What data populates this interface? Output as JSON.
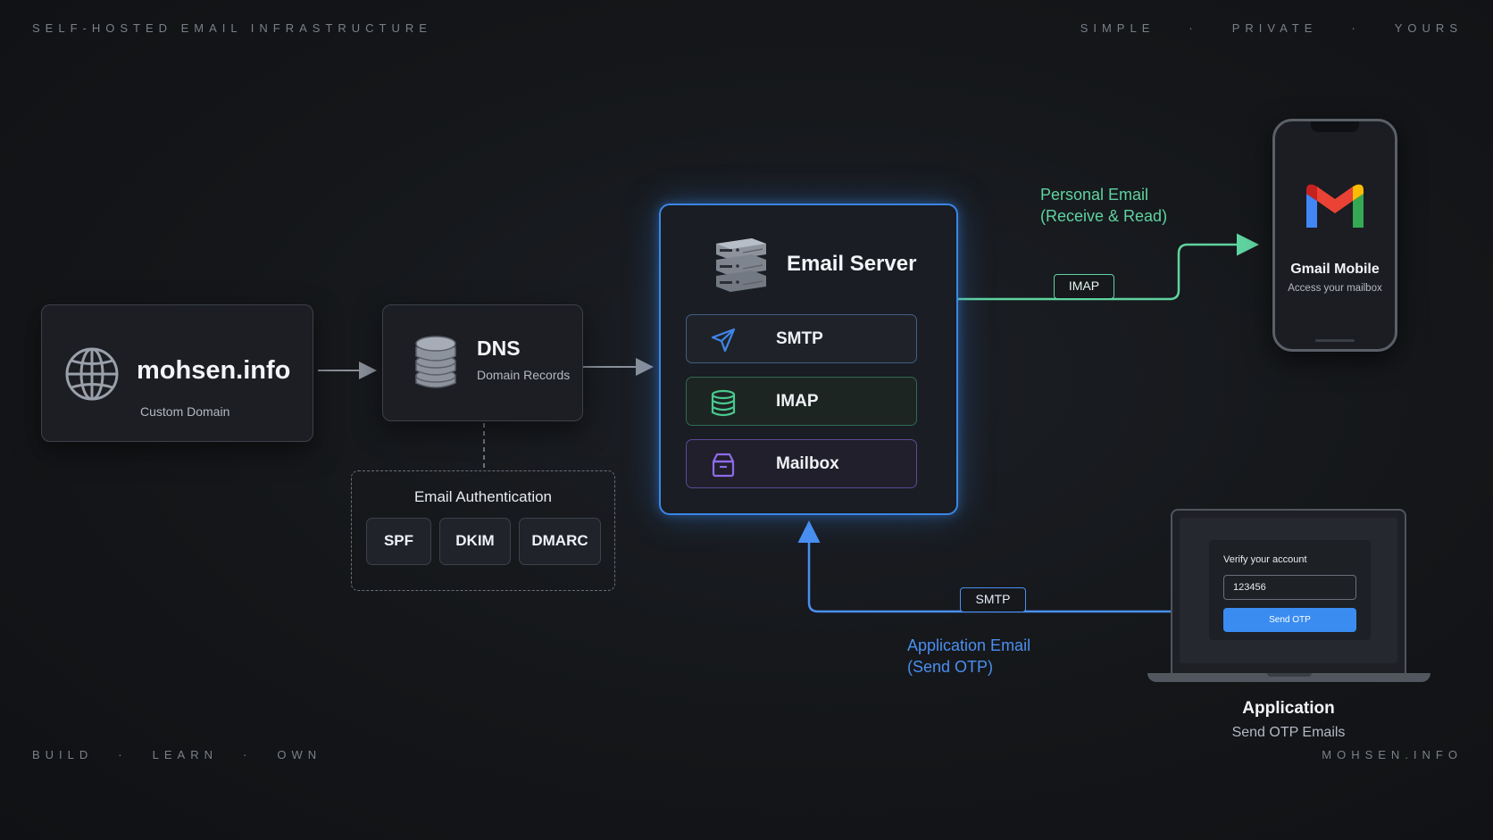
{
  "header": {
    "left": "SELF-HOSTED EMAIL INFRASTRUCTURE",
    "right": [
      "SIMPLE",
      "PRIVATE",
      "YOURS"
    ],
    "separator": "·"
  },
  "footer": {
    "left": [
      "BUILD",
      "LEARN",
      "OWN"
    ],
    "right": "MOHSEN.INFO"
  },
  "domain_node": {
    "title": "mohsen.info",
    "subtitle": "Custom Domain",
    "icon": "globe-icon"
  },
  "dns_node": {
    "title": "DNS",
    "subtitle": "Domain Records",
    "icon": "database-icon"
  },
  "auth_group": {
    "title": "Email Authentication",
    "items": [
      "SPF",
      "DKIM",
      "DMARC"
    ]
  },
  "server_node": {
    "title": "Email Server",
    "icon": "server-rack-icon",
    "services": [
      {
        "label": "SMTP",
        "icon": "paper-plane-icon",
        "color": "#3f86e8"
      },
      {
        "label": "IMAP",
        "icon": "database-icon",
        "color": "#49c98f"
      },
      {
        "label": "Mailbox",
        "icon": "inbox-icon",
        "color": "#8e6be8"
      }
    ]
  },
  "personal_flow": {
    "label_line1": "Personal Email",
    "label_line2": "(Receive & Read)",
    "protocol": "IMAP",
    "color": "#5fd3a0"
  },
  "app_flow": {
    "label_line1": "Application Email",
    "label_line2": "(Send OTP)",
    "protocol": "SMTP",
    "color": "#4a8ff0"
  },
  "phone": {
    "title": "Gmail Mobile",
    "subtitle": "Access your mailbox",
    "icon": "gmail-logo-icon"
  },
  "laptop": {
    "screen_title": "Verify your account",
    "input_value": "123456",
    "button_label": "Send OTP",
    "title": "Application",
    "subtitle": "Send OTP Emails"
  },
  "colors": {
    "background": "#141619",
    "accent_blue": "#3f86e8",
    "accent_green": "#5fd3a0"
  }
}
